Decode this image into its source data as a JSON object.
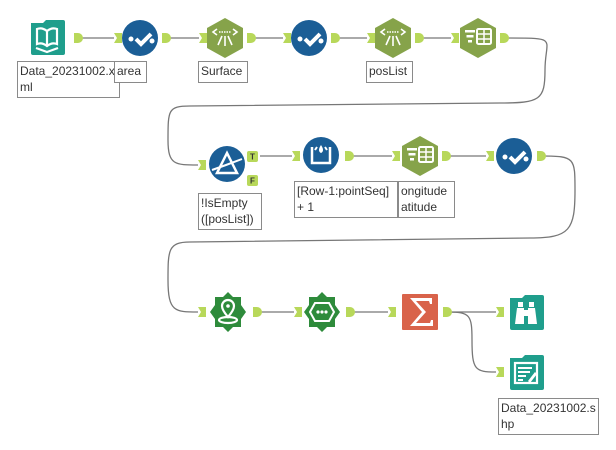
{
  "canvas": {
    "background": "#ffffff"
  },
  "colors": {
    "in_out_tool": "#1f9e8c",
    "preparation_tool": "#1b5e96",
    "parse_tool": "#86a34a",
    "spatial_tool": "#2e8b3b",
    "transform_tool": "#d9634a",
    "anchor": "#b8d85a",
    "connector": "#777777"
  },
  "tools": [
    {
      "id": "input",
      "name": "Input Data",
      "icon": "book-icon",
      "annotation": "Data_20231002.x\nml"
    },
    {
      "id": "select1",
      "name": "Select",
      "icon": "checkmark-icon",
      "annotation": "area"
    },
    {
      "id": "xmlparse1",
      "name": "XML Parse",
      "icon": "xml-parse-icon",
      "annotation": "Surface"
    },
    {
      "id": "select2",
      "name": "Select",
      "icon": "checkmark-icon",
      "annotation": ""
    },
    {
      "id": "xmlparse2",
      "name": "XML Parse",
      "icon": "xml-parse-icon",
      "annotation": "posList"
    },
    {
      "id": "texttocol1",
      "name": "Text To Columns",
      "icon": "text-to-columns-icon",
      "annotation": ""
    },
    {
      "id": "filter",
      "name": "Filter",
      "icon": "filter-prism-icon",
      "annotation": "!IsEmpty\n([posList])",
      "anchors": {
        "true": "T",
        "false": "F"
      }
    },
    {
      "id": "multirow",
      "name": "Multi-Row Formula",
      "icon": "multi-row-formula-icon",
      "annotation": "[Row-1:pointSeq]\n+ 1"
    },
    {
      "id": "texttocol2",
      "name": "Text To Columns",
      "icon": "text-to-columns-icon",
      "annotation": "ongitude\natitude"
    },
    {
      "id": "select3",
      "name": "Select",
      "icon": "checkmark-icon",
      "annotation": ""
    },
    {
      "id": "createpoints",
      "name": "Create Points",
      "icon": "map-pin-icon",
      "annotation": ""
    },
    {
      "id": "polybuild",
      "name": "Poly-Build",
      "icon": "poly-build-icon",
      "annotation": ""
    },
    {
      "id": "summarize",
      "name": "Summarize",
      "icon": "sigma-icon",
      "annotation": ""
    },
    {
      "id": "browse",
      "name": "Browse",
      "icon": "binoculars-icon",
      "annotation": ""
    },
    {
      "id": "output",
      "name": "Output Data",
      "icon": "output-file-icon",
      "annotation": "Data_20231002.s\nhp"
    }
  ]
}
